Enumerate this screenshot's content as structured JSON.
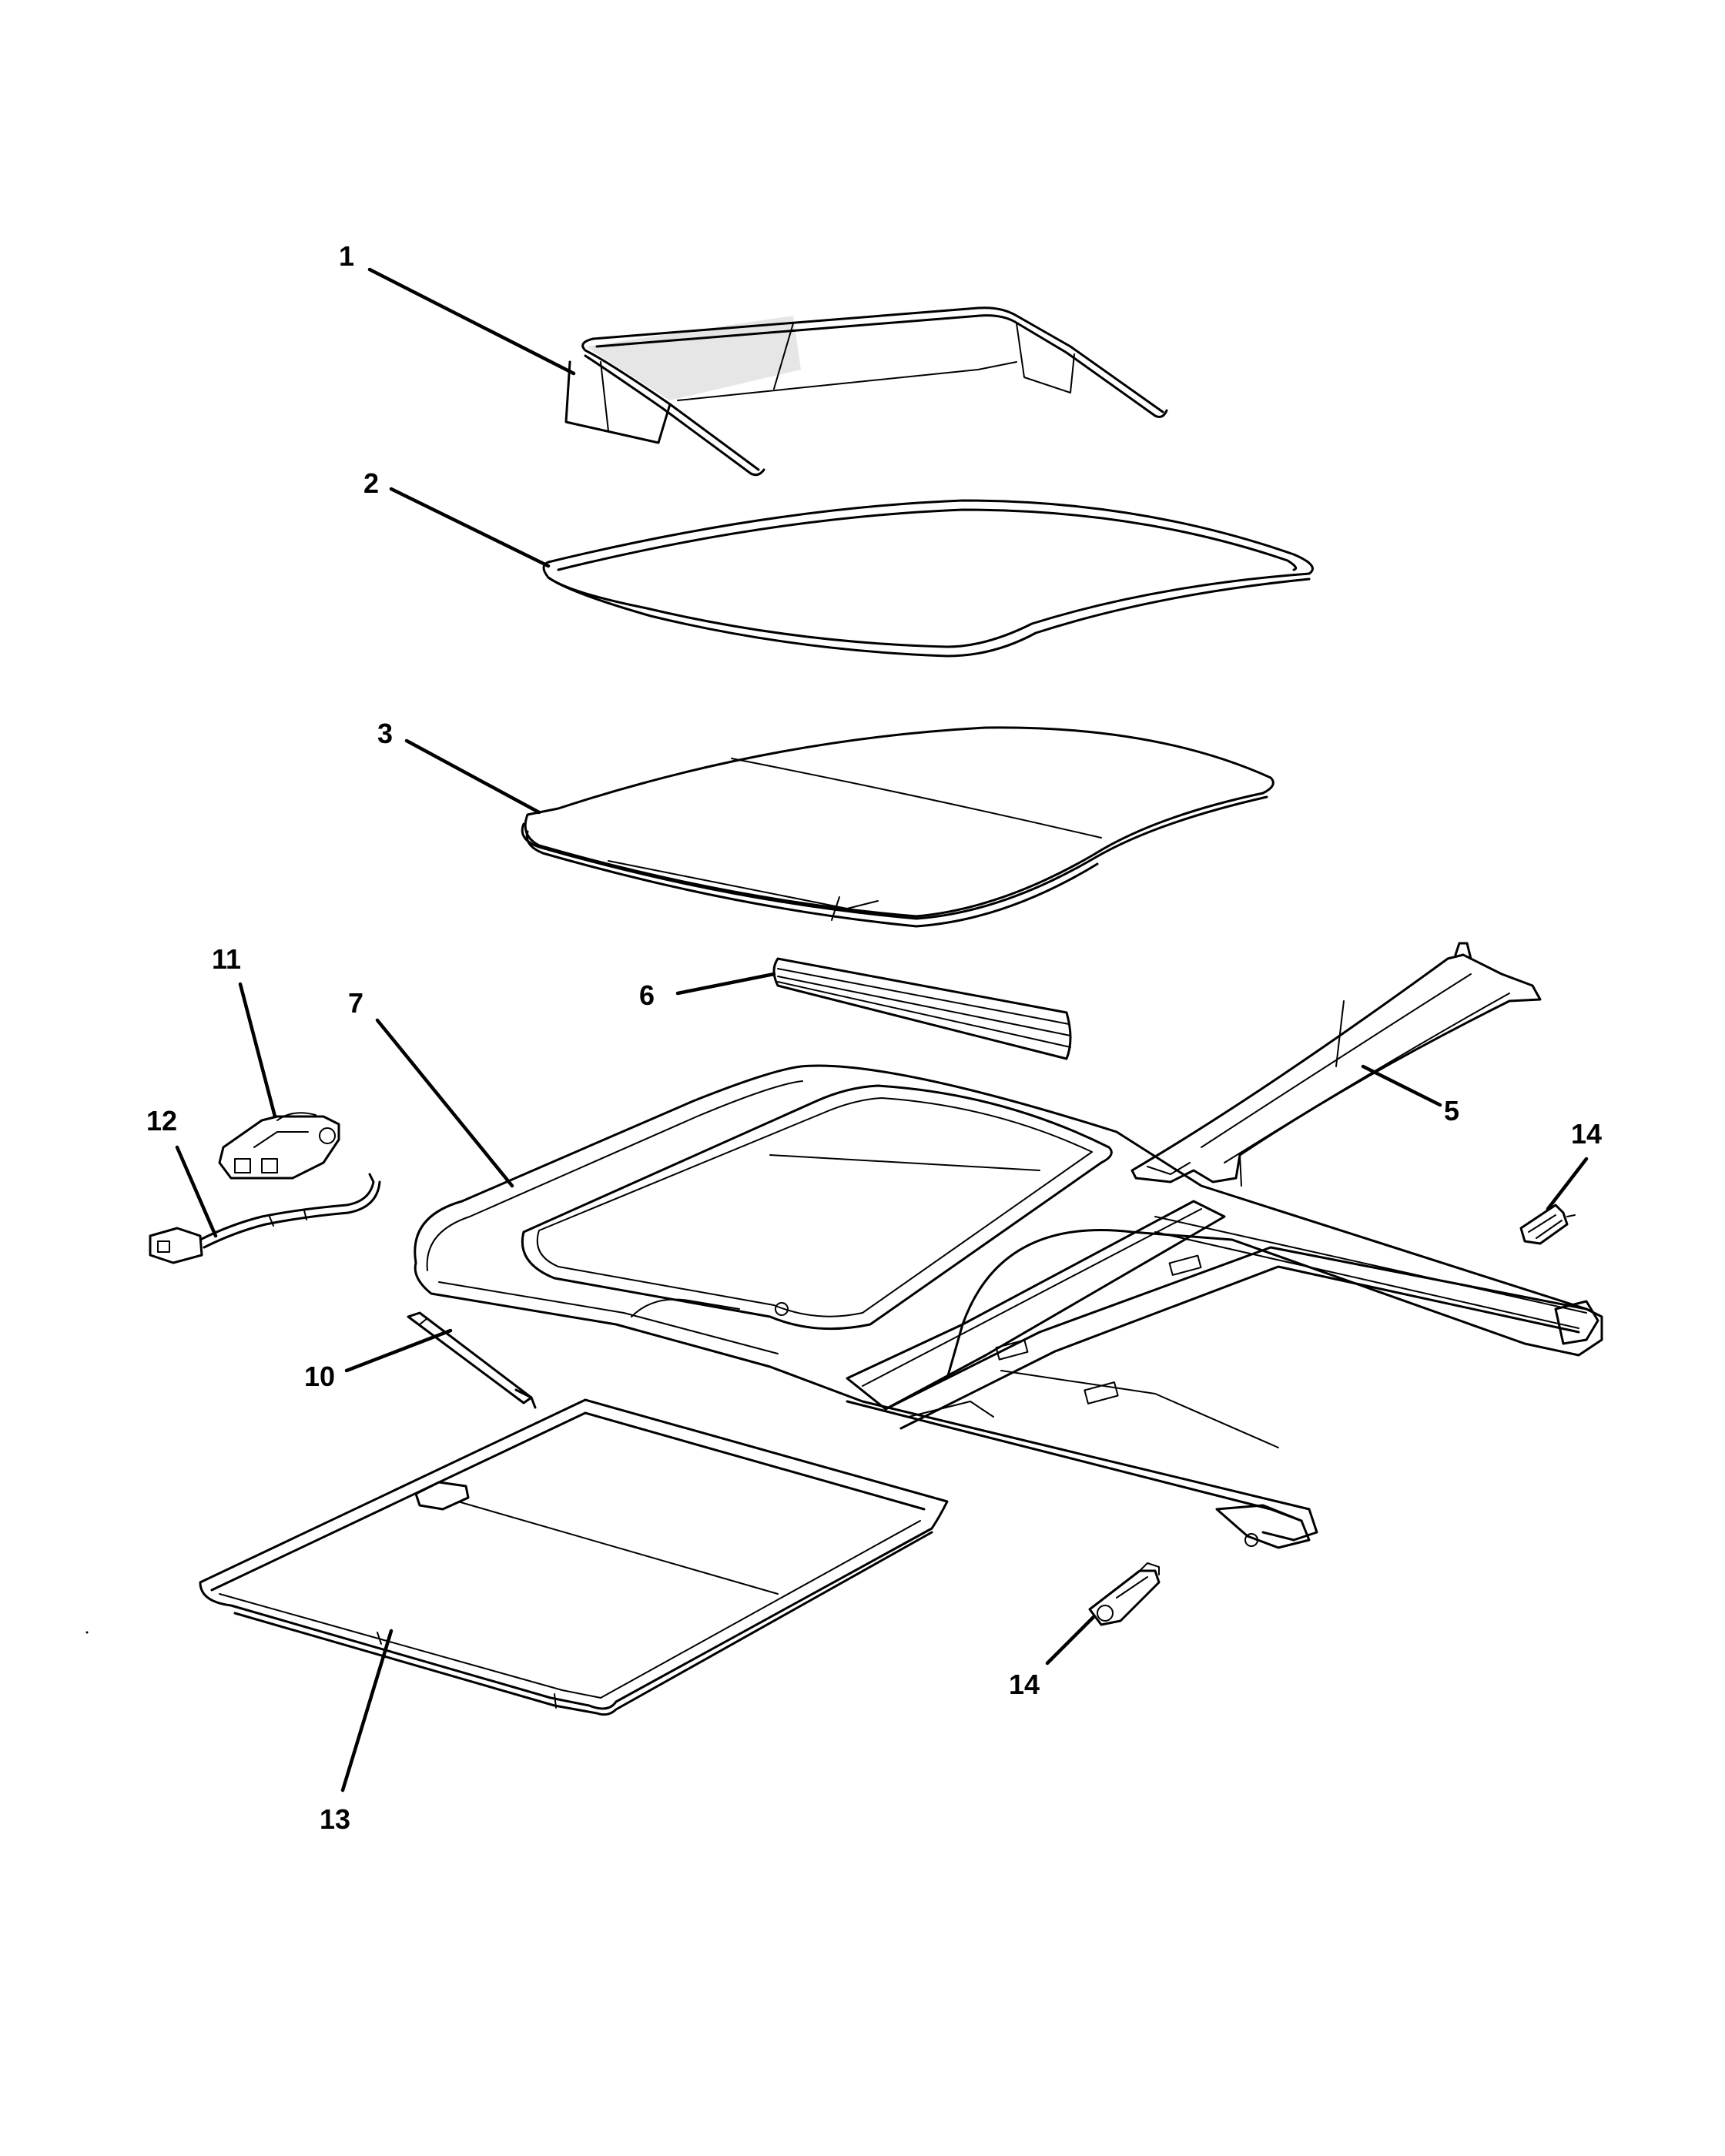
{
  "callouts": {
    "c1": "1",
    "c2": "2",
    "c3": "3",
    "c5": "5",
    "c6": "6",
    "c7": "7",
    "c10": "10",
    "c11": "11",
    "c12": "12",
    "c13": "13",
    "c14a": "14",
    "c14b": "14"
  }
}
